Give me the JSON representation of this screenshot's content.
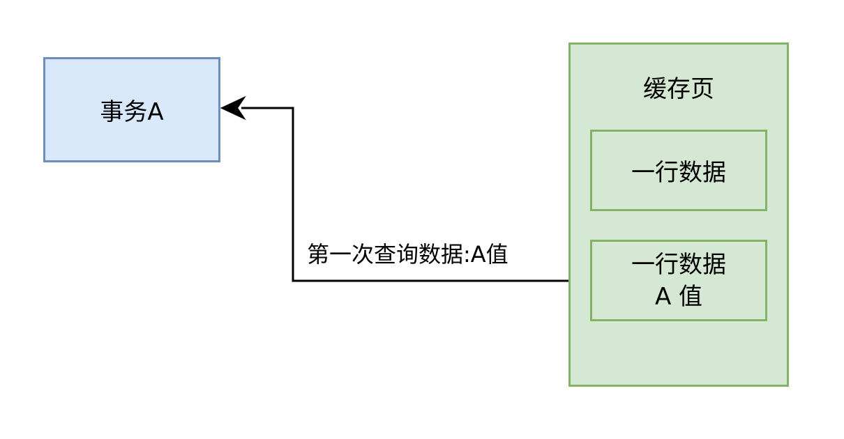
{
  "colors": {
    "tx_fill": "#dae8fc",
    "tx_stroke": "#6c8ebf",
    "cache_fill": "#d5e8d4",
    "cache_stroke": "#82b366",
    "edge": "#000000"
  },
  "nodes": {
    "transaction": {
      "label": "事务A"
    },
    "cache_page": {
      "title": "缓存页"
    },
    "row_1": {
      "label": "一行数据"
    },
    "row_2": {
      "line1": "一行数据",
      "line2": "A 值"
    }
  },
  "edge": {
    "label": "第一次查询数据:A值"
  }
}
